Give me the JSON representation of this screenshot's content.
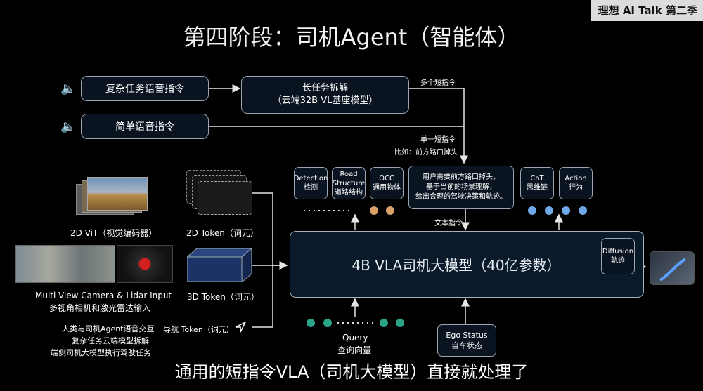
{
  "brand": "理想 AI Talk 第二季",
  "title": "第四阶段：司机Agent（智能体）",
  "voice": {
    "complex": "复杂任务语音指令",
    "simple": "简单语音指令"
  },
  "long_task": {
    "line1": "长任务拆解",
    "line2": "（云端32B VL基座模型）"
  },
  "labels": {
    "multi_cmd": "多个短指令",
    "single_cmd": "单一短指令",
    "example": "比如：前方路口掉头",
    "text_cmd": "文本指令"
  },
  "outputs": {
    "detection": [
      "Detection",
      "检测"
    ],
    "road": [
      "Road",
      "Structure",
      "道路结构"
    ],
    "occ": [
      "OCC",
      "通用物体"
    ],
    "reasoning": [
      "用户需要前方路口掉头，",
      "基于当前的场景理解，",
      "给出合理的驾驶决策和轨迹。"
    ],
    "cot": [
      "CoT",
      "思维链"
    ],
    "action": [
      "Action",
      "行为"
    ]
  },
  "inputs": {
    "vit": "2D ViT（视觉编码器）",
    "token2d": "2D Token（词元）",
    "camera_en": "Multi-View Camera & Lidar Input",
    "camera_cn": "多视角相机和激光雷达输入",
    "token3d": "3D Token（词元）",
    "nav_token": "导航 Token（词元）"
  },
  "vla": {
    "main": "4B VLA司机大模型（40亿参数）",
    "diffusion": [
      "Diffusion",
      "轨迹"
    ]
  },
  "query": [
    "Query",
    "查询向量"
  ],
  "ego": [
    "Ego Status",
    "自车状态"
  ],
  "notes": [
    "人类与司机Agent语音交互",
    "复杂任务云端模型拆解",
    "端侧司机大模型执行驾驶任务"
  ],
  "subtitle": "通用的短指令VLA（司机大模型）直接就处理了",
  "colors": {
    "orange": "#d9a06a",
    "blue": "#6ea8e8",
    "teal": "#2aa58a"
  }
}
